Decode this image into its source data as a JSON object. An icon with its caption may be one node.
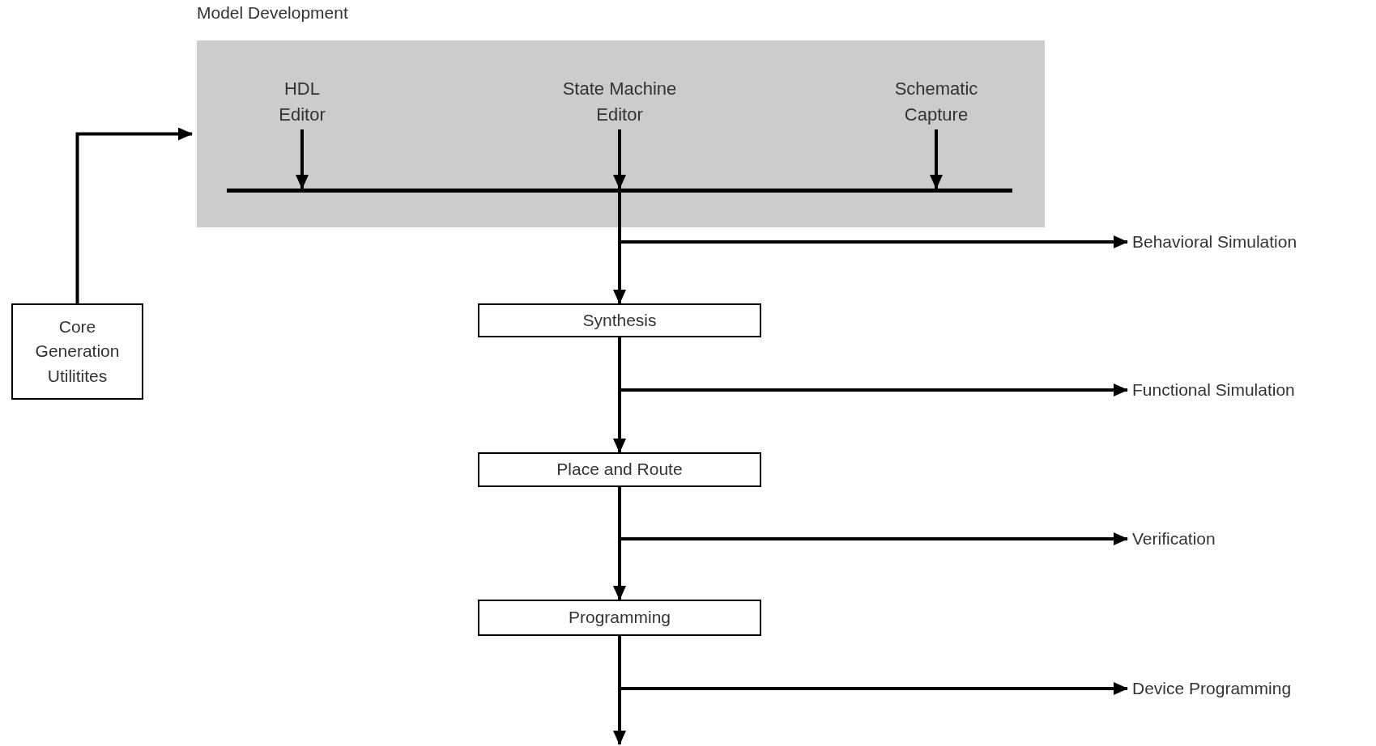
{
  "diagram": {
    "nodes": [
      {
        "text": [
          "Model Development"
        ]
      },
      {
        "text": [
          "HDL Editor"
        ],
        "in": 0
      },
      {
        "text": [
          "State Machine Editor"
        ],
        "in": 0
      },
      {
        "text": [
          "Schematic Capture"
        ],
        "in": 0
      },
      {
        "text": [],
        "shape": "bar",
        "in": 0
      },
      {
        "text": [
          "Core Generation Utilitites"
        ]
      },
      {
        "text": [
          "Synthesis"
        ]
      },
      {
        "text": [
          "Place and Route"
        ]
      },
      {
        "text": [
          "Programming"
        ]
      },
      {
        "text": [
          "Behavioral Simulation"
        ]
      },
      {
        "text": [
          "Functional Simulation"
        ]
      },
      {
        "text": [
          "Verification"
        ]
      },
      {
        "text": [
          "Device Programming"
        ]
      }
    ],
    "edges": [
      {
        "from": 5,
        "to": 0,
        "arrow": "to"
      },
      {
        "from": 1,
        "to": 4,
        "arrow": "to"
      },
      {
        "from": 2,
        "to": 4,
        "arrow": "to"
      },
      {
        "from": 3,
        "to": 4,
        "arrow": "to"
      },
      {
        "from": 4,
        "to": 9,
        "arrow": "to"
      },
      {
        "from": 4,
        "to": 6,
        "arrow": "to"
      },
      {
        "from": 6,
        "to": 10,
        "arrow": "to"
      },
      {
        "from": 6,
        "to": 7,
        "arrow": "to"
      },
      {
        "from": 7,
        "to": 11,
        "arrow": "to"
      },
      {
        "from": 7,
        "to": 8,
        "arrow": "to"
      },
      {
        "from": 8,
        "to": 12,
        "arrow": "to"
      },
      {
        "from": 8,
        "to": null,
        "arrow": "to"
      }
    ]
  }
}
